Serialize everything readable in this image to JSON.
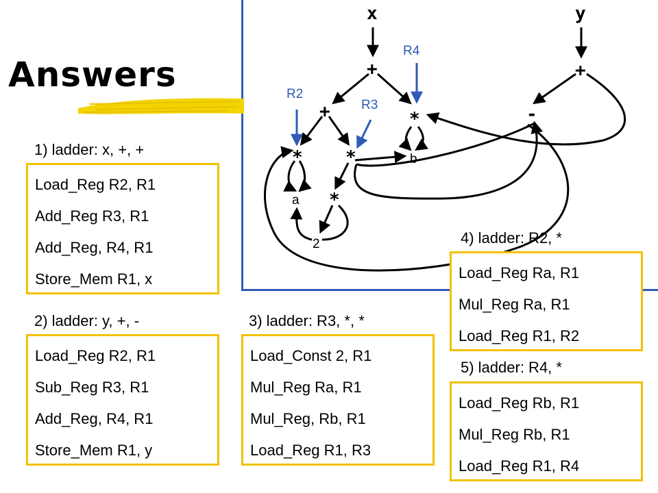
{
  "title": "Answers",
  "graph": {
    "inputs": {
      "x": "x",
      "y": "y"
    },
    "ops": {
      "plus_top": "+",
      "plus_y": "+",
      "plus_mid": "+",
      "minus": "-",
      "mul_r4": "*",
      "mul_left": "*",
      "mul_mid": "*",
      "mul_low": "*"
    },
    "leaves": {
      "a": "a",
      "b": "b",
      "two": "2"
    },
    "registers": {
      "r2": "R2",
      "r3": "R3",
      "r4": "R4"
    }
  },
  "sections": [
    {
      "heading": "1) ladder: x, +, +",
      "lines": [
        "Load_Reg R2, R1",
        "Add_Reg R3, R1",
        "Add_Reg, R4, R1",
        "Store_Mem R1, x"
      ]
    },
    {
      "heading": "2) ladder: y, +, -",
      "lines": [
        "Load_Reg R2, R1",
        "Sub_Reg R3, R1",
        "Add_Reg, R4, R1",
        "Store_Mem R1, y"
      ]
    },
    {
      "heading": "3) ladder: R3, *, *",
      "lines": [
        "Load_Const 2, R1",
        "Mul_Reg Ra, R1",
        "Mul_Reg, Rb, R1",
        "Load_Reg R1, R3"
      ]
    },
    {
      "heading": "4) ladder: R2, *",
      "lines": [
        "Load_Reg Ra, R1",
        "Mul_Reg Ra, R1",
        "Load_Reg R1, R2"
      ]
    },
    {
      "heading": "5) ladder: R4, *",
      "lines": [
        "Load_Reg Rb, R1",
        "Mul_Reg Rb, R1",
        "Load_Reg R1, R4"
      ]
    }
  ]
}
